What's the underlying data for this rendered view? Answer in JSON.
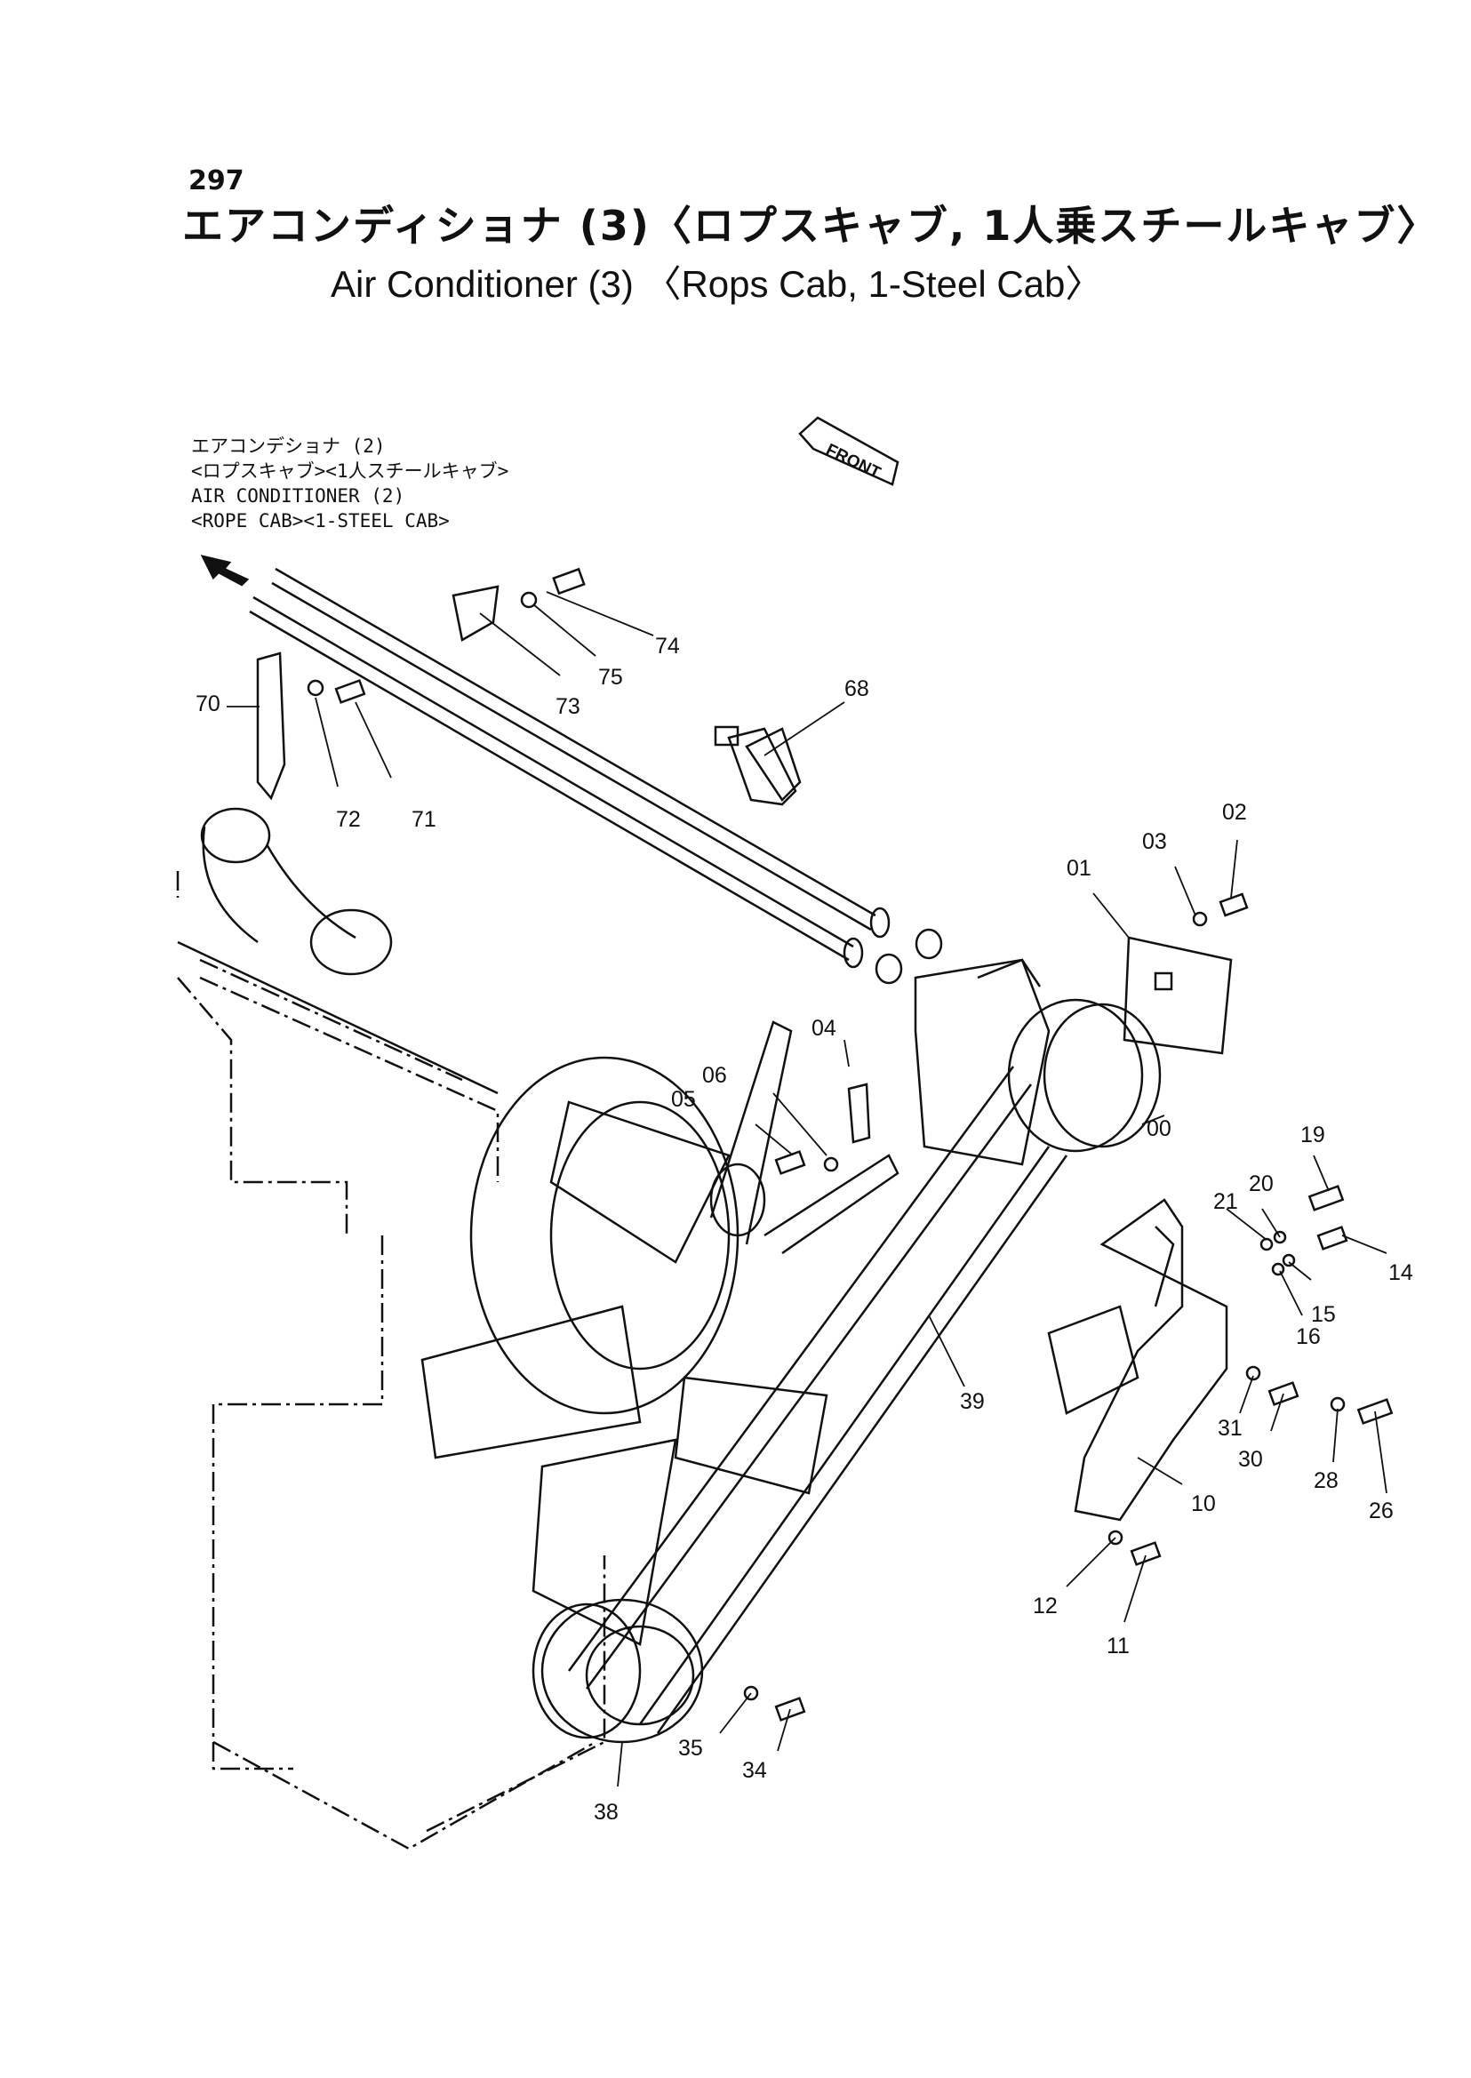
{
  "header": {
    "page_number": "297",
    "title_jp": "エアコンディショナ (3)〈ロプスキャブ, 1人乗スチールキャブ〉",
    "title_en": "Air Conditioner (3) 〈Rops Cab, 1-Steel Cab〉"
  },
  "reference_note": {
    "line1": "エアコンデショナ (2)",
    "line2": "<ロプスキャブ><1人スチールキャブ>",
    "line3": "AIR  CONDITIONER (2)",
    "line4": "<ROPE  CAB><1-STEEL  CAB>"
  },
  "direction": {
    "front_label": "FRONT"
  },
  "parts": [
    {
      "id": "00",
      "label": "00"
    },
    {
      "id": "01",
      "label": "01"
    },
    {
      "id": "02",
      "label": "02"
    },
    {
      "id": "03",
      "label": "03"
    },
    {
      "id": "04",
      "label": "04"
    },
    {
      "id": "05",
      "label": "05"
    },
    {
      "id": "06",
      "label": "06"
    },
    {
      "id": "10",
      "label": "10"
    },
    {
      "id": "11",
      "label": "11"
    },
    {
      "id": "12",
      "label": "12"
    },
    {
      "id": "14",
      "label": "14"
    },
    {
      "id": "15",
      "label": "15"
    },
    {
      "id": "16",
      "label": "16"
    },
    {
      "id": "19",
      "label": "19"
    },
    {
      "id": "20",
      "label": "20"
    },
    {
      "id": "21",
      "label": "21"
    },
    {
      "id": "26",
      "label": "26"
    },
    {
      "id": "28",
      "label": "28"
    },
    {
      "id": "30",
      "label": "30"
    },
    {
      "id": "31",
      "label": "31"
    },
    {
      "id": "34",
      "label": "34"
    },
    {
      "id": "35",
      "label": "35"
    },
    {
      "id": "38",
      "label": "38"
    },
    {
      "id": "39",
      "label": "39"
    },
    {
      "id": "68",
      "label": "68"
    },
    {
      "id": "70",
      "label": "70"
    },
    {
      "id": "71",
      "label": "71"
    },
    {
      "id": "72",
      "label": "72"
    },
    {
      "id": "73",
      "label": "73"
    },
    {
      "id": "74",
      "label": "74"
    },
    {
      "id": "75",
      "label": "75"
    }
  ]
}
